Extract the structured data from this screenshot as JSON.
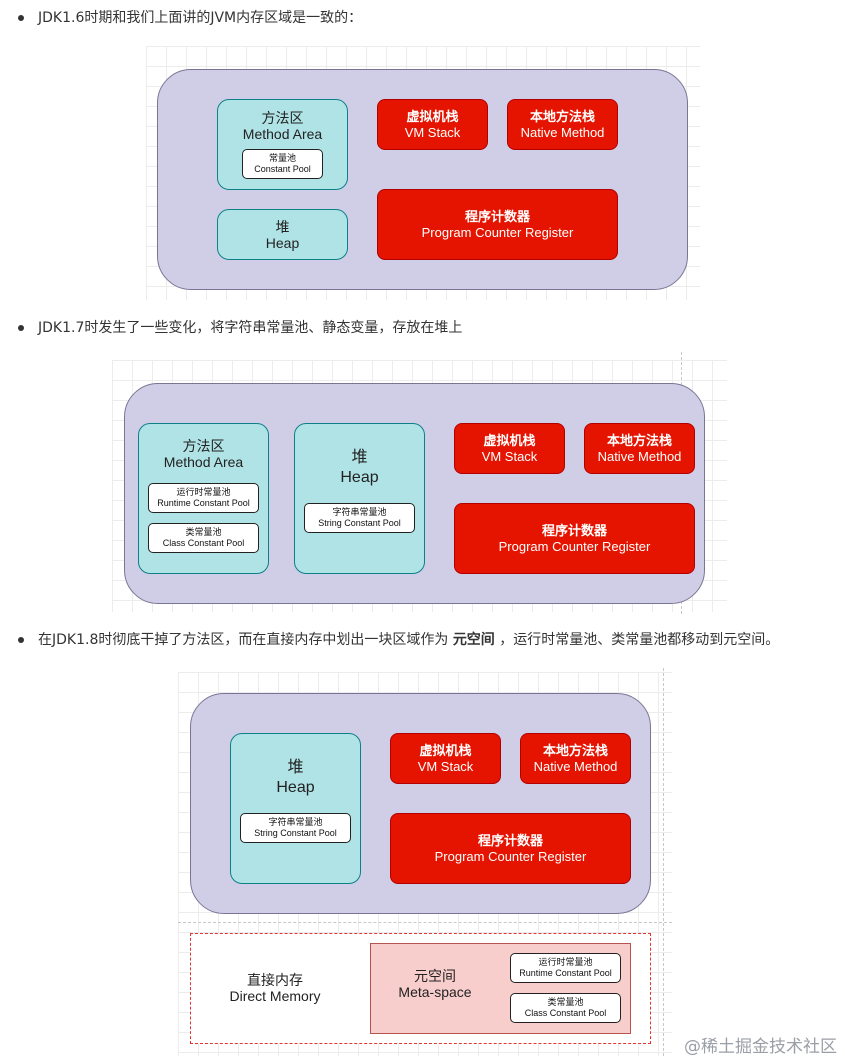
{
  "section1": {
    "bullet": "JDK1.6时期和我们上面讲的JVM内存区域是一致的：",
    "method_area": {
      "cn": "方法区",
      "en": "Method Area"
    },
    "constant_pool": {
      "cn": "常量池",
      "en": "Constant Pool"
    },
    "heap": {
      "cn": "堆",
      "en": "Heap"
    },
    "vm_stack": {
      "cn": "虚拟机栈",
      "en": "VM Stack"
    },
    "native_method": {
      "cn": "本地方法栈",
      "en": "Native Method"
    },
    "pc_register": {
      "cn": "程序计数器",
      "en": "Program Counter Register"
    }
  },
  "section2": {
    "bullet": "JDK1.7时发生了一些变化，将字符串常量池、静态变量，存放在堆上",
    "method_area": {
      "cn": "方法区",
      "en": "Method Area"
    },
    "runtime_constant_pool": {
      "cn": "运行时常量池",
      "en": "Runtime Constant Pool"
    },
    "class_constant_pool": {
      "cn": "类常量池",
      "en": "Class Constant Pool"
    },
    "heap": {
      "cn": "堆",
      "en": "Heap"
    },
    "string_constant_pool": {
      "cn": "字符串常量池",
      "en": "String Constant Pool"
    },
    "vm_stack": {
      "cn": "虚拟机栈",
      "en": "VM Stack"
    },
    "native_method": {
      "cn": "本地方法栈",
      "en": "Native Method"
    },
    "pc_register": {
      "cn": "程序计数器",
      "en": "Program Counter Register"
    }
  },
  "section3": {
    "bullet_pre": "在JDK1.8时彻底干掉了方法区，而在直接内存中划出一块区域作为 ",
    "bullet_bold": "元空间",
    "bullet_post": " ，运行时常量池、类常量池都移动到元空间。",
    "heap": {
      "cn": "堆",
      "en": "Heap"
    },
    "string_constant_pool": {
      "cn": "字符串常量池",
      "en": "String Constant Pool"
    },
    "vm_stack": {
      "cn": "虚拟机栈",
      "en": "VM Stack"
    },
    "native_method": {
      "cn": "本地方法栈",
      "en": "Native Method"
    },
    "pc_register": {
      "cn": "程序计数器",
      "en": "Program Counter Register"
    },
    "direct_memory": {
      "cn": "直接内存",
      "en": "Direct Memory"
    },
    "meta_space": {
      "cn": "元空间",
      "en": "Meta-space"
    },
    "runtime_constant_pool": {
      "cn": "运行时常量池",
      "en": "Runtime Constant Pool"
    },
    "class_constant_pool": {
      "cn": "类常量池",
      "en": "Class Constant Pool"
    }
  },
  "watermark": "@稀土掘金技术社区",
  "colors": {
    "panel": "#d0cee6",
    "cyan": "#b0e3e6",
    "red": "#e51400",
    "pink": "#f8cecc"
  }
}
